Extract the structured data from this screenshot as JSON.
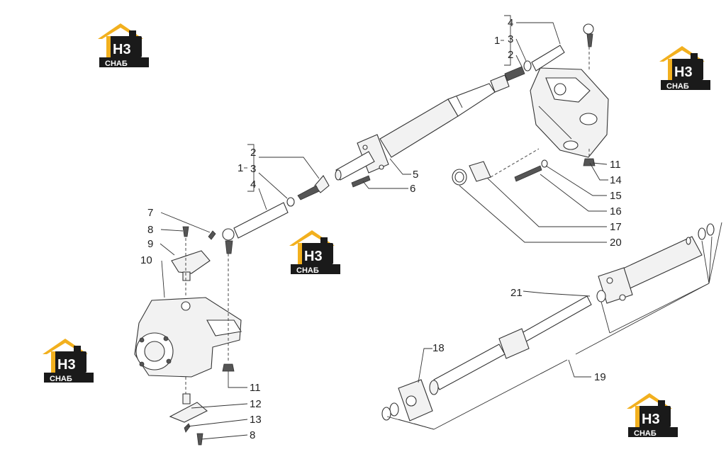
{
  "watermark": {
    "mark": "H3",
    "caption": "CHAБ",
    "color_gold": "#f2b01e",
    "color_dark": "#1a1a1a"
  },
  "callouts": {
    "c1a": "1",
    "c2a": "2",
    "c3a": "3",
    "c4a": "4",
    "c1b": "1",
    "c2b": "2",
    "c3b": "3",
    "c4b": "4",
    "c5": "5",
    "c6": "6",
    "c7": "7",
    "c8a": "8",
    "c8b": "8",
    "c9": "9",
    "c10": "10",
    "c11a": "11",
    "c11b": "11",
    "c12": "12",
    "c13": "13",
    "c14": "14",
    "c15": "15",
    "c16": "16",
    "c17": "17",
    "c18": "18",
    "c19": "19",
    "c20": "20",
    "c21": "21"
  }
}
